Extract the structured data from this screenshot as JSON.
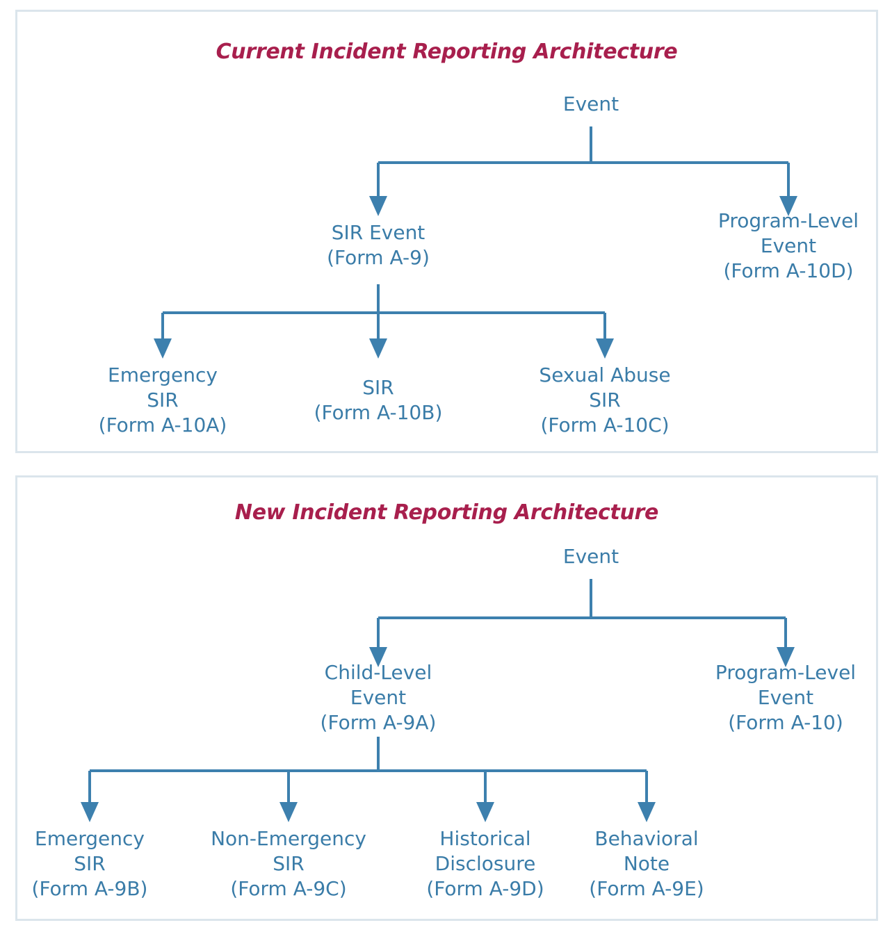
{
  "document": {
    "kind": "incident-reporting-architecture-comparison",
    "panel_border_color": "#dbe5ec",
    "title_color": "#a81f4d",
    "node_text_color": "#3a7ca8",
    "connector_color": "#3d80ae"
  },
  "panels": [
    {
      "id": "current",
      "title": "Current Incident Reporting Architecture",
      "nodes": [
        {
          "id": "event",
          "lines": [
            "Event"
          ]
        },
        {
          "id": "sir-event",
          "lines": [
            "SIR Event",
            "(Form A-9)"
          ]
        },
        {
          "id": "program-level",
          "lines": [
            "Program-Level",
            "Event",
            "(Form A-10D)"
          ]
        },
        {
          "id": "emergency-sir",
          "lines": [
            "Emergency",
            "SIR",
            "(Form A-10A)"
          ]
        },
        {
          "id": "sir",
          "lines": [
            "SIR",
            "(Form A-10B)"
          ]
        },
        {
          "id": "sexual-abuse-sir",
          "lines": [
            "Sexual Abuse",
            "SIR",
            "(Form A-10C)"
          ]
        }
      ],
      "edges": [
        {
          "from": "event",
          "to": "sir-event"
        },
        {
          "from": "event",
          "to": "program-level"
        },
        {
          "from": "sir-event",
          "to": "emergency-sir"
        },
        {
          "from": "sir-event",
          "to": "sir"
        },
        {
          "from": "sir-event",
          "to": "sexual-abuse-sir"
        }
      ]
    },
    {
      "id": "new",
      "title": "New Incident Reporting Architecture",
      "nodes": [
        {
          "id": "event",
          "lines": [
            "Event"
          ]
        },
        {
          "id": "child-level",
          "lines": [
            "Child-Level",
            "Event",
            "(Form A-9A)"
          ]
        },
        {
          "id": "program-level",
          "lines": [
            "Program-Level",
            "Event",
            "(Form A-10)"
          ]
        },
        {
          "id": "emergency-sir",
          "lines": [
            "Emergency",
            "SIR",
            "(Form A-9B)"
          ]
        },
        {
          "id": "non-emergency-sir",
          "lines": [
            "Non-Emergency",
            "SIR",
            "(Form A-9C)"
          ]
        },
        {
          "id": "historical",
          "lines": [
            "Historical",
            "Disclosure",
            "(Form A-9D)"
          ]
        },
        {
          "id": "behavioral-note",
          "lines": [
            "Behavioral",
            "Note",
            "(Form A-9E)"
          ]
        }
      ],
      "edges": [
        {
          "from": "event",
          "to": "child-level"
        },
        {
          "from": "event",
          "to": "program-level"
        },
        {
          "from": "child-level",
          "to": "emergency-sir"
        },
        {
          "from": "child-level",
          "to": "non-emergency-sir"
        },
        {
          "from": "child-level",
          "to": "historical"
        },
        {
          "from": "child-level",
          "to": "behavioral-note"
        }
      ]
    }
  ]
}
